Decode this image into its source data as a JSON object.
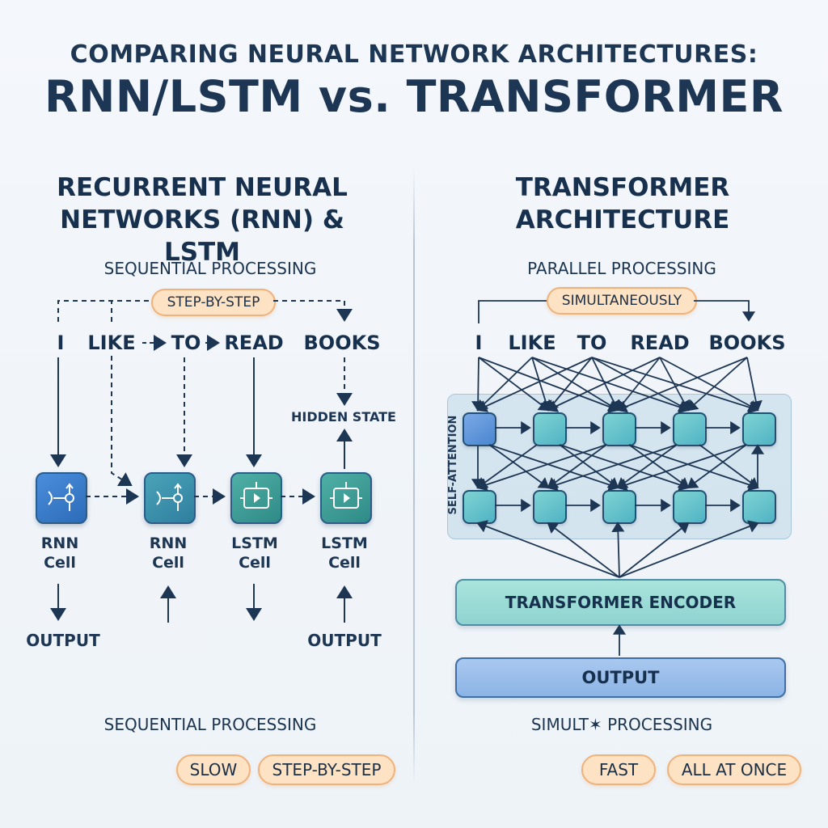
{
  "header": {
    "line1": "COMPARING NEURAL NETWORK ARCHITECTURES:",
    "line2": "RNN/LSTM vs. TRANSFORMER"
  },
  "left": {
    "title_line1": "RECURRENT NEURAL",
    "title_line2": "NETWORKS (RNN) & LSTM",
    "subtitle": "SEQUENTIAL PROCESSING",
    "mode_pill": "STEP-BY-STEP",
    "words": [
      "I",
      "LIKE",
      "TO",
      "READ",
      "BOOKS"
    ],
    "hidden_state": "HIDDEN STATE",
    "cells": [
      {
        "line1": "RNN",
        "line2": "Cell"
      },
      {
        "line1": "RNN",
        "line2": "Cell"
      },
      {
        "line1": "LSTM",
        "line2": "Cell"
      },
      {
        "line1": "LSTM",
        "line2": "Cell"
      }
    ],
    "outputs": [
      "OUTPUT",
      "OUTPUT"
    ],
    "footer_label": "SEQUENTIAL PROCESSING",
    "badges": [
      "SLOW",
      "STEP-BY-STEP"
    ]
  },
  "right": {
    "title_line1": "TRANSFORMER",
    "title_line2": "ARCHITECTURE",
    "subtitle": "PARALLEL PROCESSING",
    "mode_pill": "SIMULTANEOUSLY",
    "words": [
      "I",
      "LIKE",
      "TO",
      "READ",
      "BOOKS"
    ],
    "self_attention": "SELF-ATTENTION",
    "encoder": "TRANSFORMER ENCODER",
    "output": "OUTPUT",
    "footer_label": "SIMULT✶ PROCESSING",
    "badges": [
      "FAST",
      "ALL AT ONCE"
    ]
  },
  "colors": {
    "ink": "#1d3654",
    "pill_fill": "#fde2c4",
    "pill_border": "#f0b27a",
    "rnn_cell": "#2c6bb8",
    "lstm_cell": "#2f8a86",
    "attention_node": "#4fb3c4",
    "encoder": "#8fd3d0",
    "output": "#8bb4e6"
  }
}
